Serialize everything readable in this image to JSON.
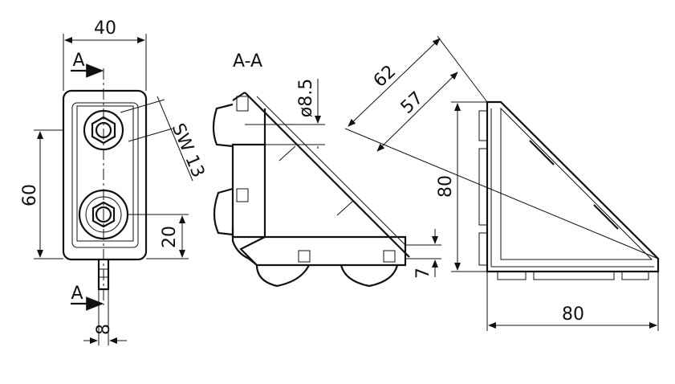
{
  "drawing": {
    "front_view": {
      "width_label": "40",
      "height_label": "60",
      "offset_label": "20",
      "pin_label": "8",
      "wrench_label": "SW 13",
      "section_mark_top": "A",
      "section_mark_bottom": "A"
    },
    "section_view": {
      "title": "A-A",
      "hole_label": "ø8.5",
      "base_label": "7"
    },
    "side_view": {
      "diag_outer_label": "62",
      "diag_inner_label": "57",
      "height_label": "80",
      "width_label": "80"
    }
  },
  "colors": {
    "line": "#111111",
    "background": "#ffffff"
  }
}
